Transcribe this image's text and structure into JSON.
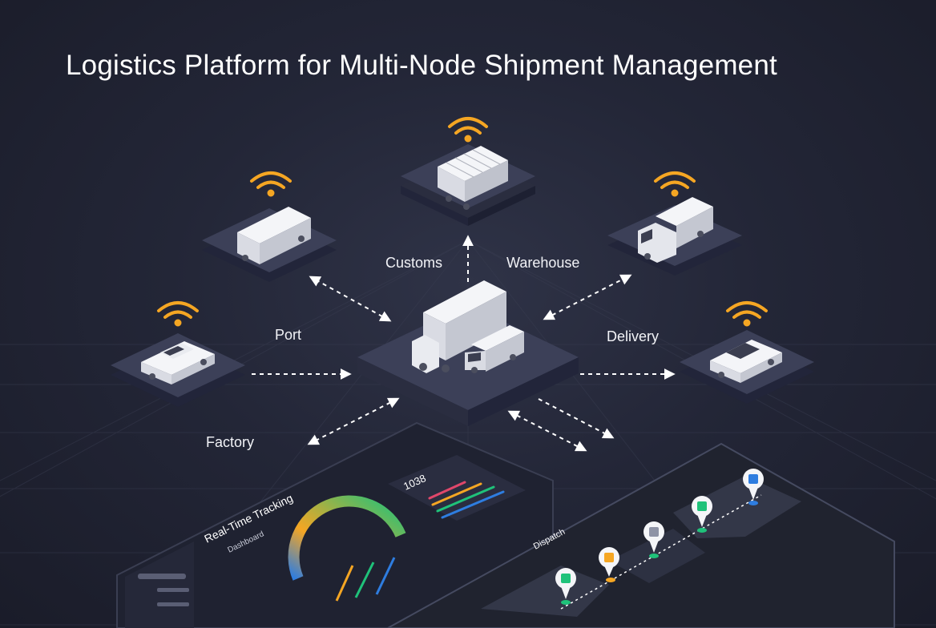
{
  "title": "Logistics Platform for Multi-Node Shipment Management",
  "nodes": {
    "customs": "Customs",
    "warehouse": "Warehouse",
    "port": "Port",
    "delivery": "Delivery",
    "factory": "Factory"
  },
  "dashboard": {
    "heading": "Real-Time Tracking",
    "subheading": "Dashboard",
    "metric_value": "1038",
    "map_label": "Dispatch"
  },
  "colors": {
    "accent": "#f5a623",
    "green": "#1fc27a",
    "blue": "#2e7de0",
    "background": "#232637",
    "platform_top": "#3c4058"
  }
}
